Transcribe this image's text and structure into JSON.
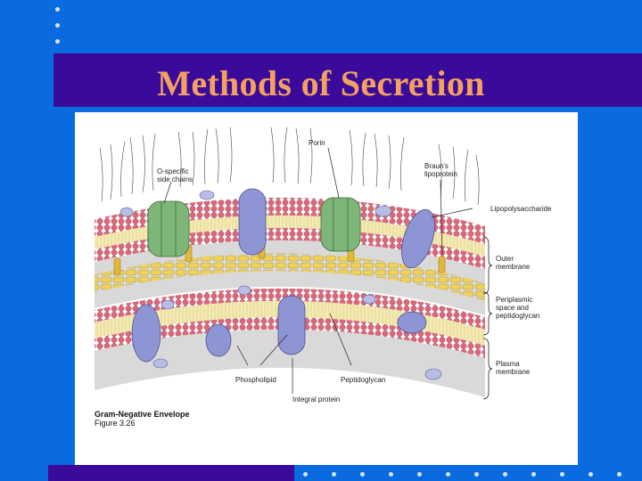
{
  "slide": {
    "title": "Methods of Secretion"
  },
  "figure": {
    "labels": {
      "o_specific": "O-specific\nside chains",
      "porin": "Porin",
      "brauns": "Braun's\nlipoprotein",
      "lps": "Lipopolysaccharide",
      "outer_membrane": "Outer\nmembrane",
      "periplasmic": "Periplasmic\nspace and\npeptidoglycan",
      "plasma_membrane": "Plasma\nmembrane",
      "phospholipid": "Phospholipid",
      "peptidoglycan": "Peptidoglycan",
      "integral_protein": "Integral protein"
    },
    "caption_title": "Gram-Negative Envelope",
    "caption_figure": "Figure 3.26"
  },
  "colors": {
    "background": "#0a6ae0",
    "title_bar": "#3a0a9a",
    "title_text": "#f3a060",
    "lipid_head": "#d9697a",
    "membrane_core": "#f4ebb0",
    "peptidoglycan": "#efd25c",
    "porin": "#7eb67a",
    "integral_protein": "#8e95d4"
  }
}
